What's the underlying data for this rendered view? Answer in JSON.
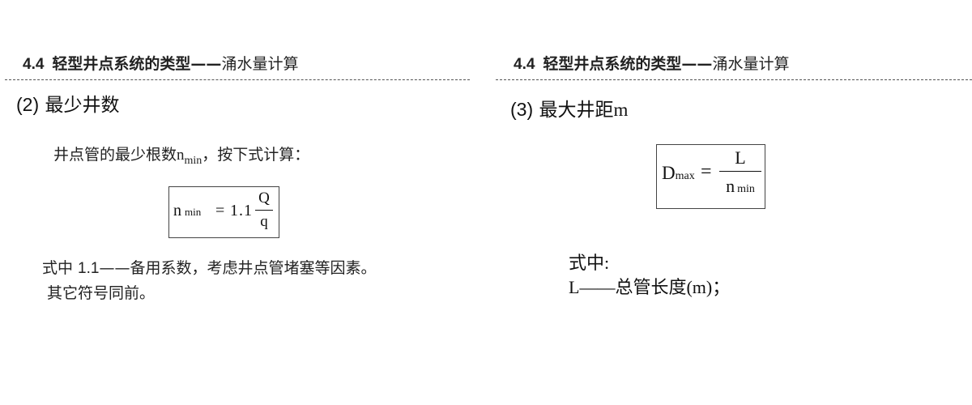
{
  "left": {
    "heading": {
      "number": "4.4",
      "main": "轻型井点系统的类型——",
      "sub": "涌水量计算"
    },
    "subtitle": {
      "number": "(2)",
      "text": "最少井数"
    },
    "intro": {
      "before": "井点管的最少根数",
      "var": "n",
      "var_sub": "min",
      "after": "，按下式计算："
    },
    "formula": {
      "lhs": "n",
      "lhs_sub": "min",
      "eq": "=",
      "coef": "1.1",
      "numerator": "Q",
      "denominator": "q"
    },
    "note": {
      "line1_prefix": "式中 ",
      "line1_num": "1.1",
      "line1_text": "——备用系数，考虑井点管堵塞等因素。",
      "line2": "其它符号同前。"
    }
  },
  "right": {
    "heading": {
      "number": "4.4",
      "main": "轻型井点系统的类型——",
      "sub": "涌水量计算"
    },
    "subtitle": {
      "number": "(3)",
      "text": "最大井距",
      "unit": "m"
    },
    "formula": {
      "lhs": "D",
      "lhs_sub": "max",
      "eq": "=",
      "numerator": "L",
      "den_var": "n",
      "den_sub": "min"
    },
    "where": {
      "line1": "式中:",
      "line2": "L——总管长度(m)；"
    }
  }
}
